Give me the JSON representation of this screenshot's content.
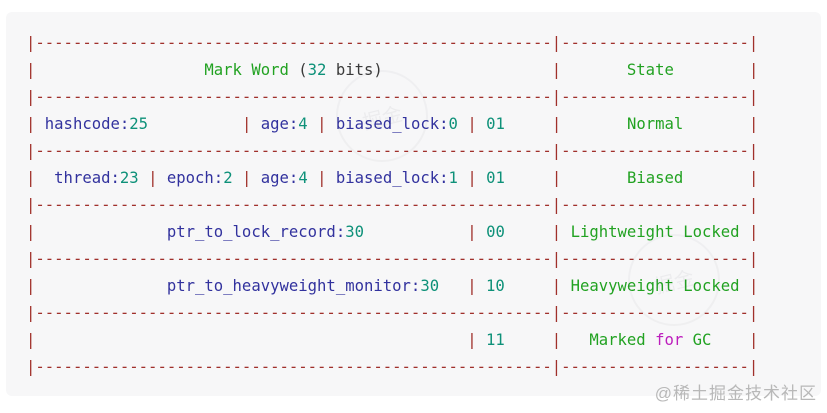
{
  "colors": {
    "red": "#a0302b",
    "id": "#32329e",
    "num": "#0e9179",
    "green": "#22a222",
    "kw": "#bd1ebd",
    "plain": "#3a3a3a",
    "card-bg": "#f7f7f8",
    "credit": "#b8b8b8"
  },
  "code": {
    "divider": [
      {
        "c": "red",
        "t": "|"
      },
      {
        "c": "red",
        "t": "-",
        "r": 55
      },
      {
        "c": "red",
        "t": "|"
      },
      {
        "c": "red",
        "t": "-",
        "r": 20
      },
      {
        "c": "red",
        "t": "|"
      }
    ],
    "lines": [
      "divider",
      {
        "tokens": [
          {
            "c": "red",
            "t": "|"
          },
          {
            "c": "plain",
            "t": " ",
            "r": 18
          },
          {
            "c": "green",
            "t": "Mark Word"
          },
          {
            "c": "plain",
            "t": " ("
          },
          {
            "c": "num",
            "t": "32"
          },
          {
            "c": "plain",
            "t": " bits)"
          },
          {
            "c": "plain",
            "t": " ",
            "r": 18
          },
          {
            "c": "red",
            "t": "|"
          },
          {
            "c": "plain",
            "t": " ",
            "r": 7
          },
          {
            "c": "green",
            "t": "State"
          },
          {
            "c": "plain",
            "t": " ",
            "r": 8
          },
          {
            "c": "red",
            "t": "|"
          }
        ]
      },
      "divider",
      {
        "tokens": [
          {
            "c": "red",
            "t": "|"
          },
          {
            "c": "plain",
            "t": " "
          },
          {
            "c": "id",
            "t": "hashcode:"
          },
          {
            "c": "num",
            "t": "25"
          },
          {
            "c": "plain",
            "t": " ",
            "r": 10
          },
          {
            "c": "red",
            "t": "|"
          },
          {
            "c": "plain",
            "t": " "
          },
          {
            "c": "id",
            "t": "age:"
          },
          {
            "c": "num",
            "t": "4"
          },
          {
            "c": "plain",
            "t": " "
          },
          {
            "c": "red",
            "t": "|"
          },
          {
            "c": "plain",
            "t": " "
          },
          {
            "c": "id",
            "t": "biased_lock:"
          },
          {
            "c": "num",
            "t": "0"
          },
          {
            "c": "plain",
            "t": " "
          },
          {
            "c": "red",
            "t": "|"
          },
          {
            "c": "plain",
            "t": " "
          },
          {
            "c": "num",
            "t": "01"
          },
          {
            "c": "plain",
            "t": " ",
            "r": 5
          },
          {
            "c": "red",
            "t": "|"
          },
          {
            "c": "plain",
            "t": " ",
            "r": 7
          },
          {
            "c": "green",
            "t": "Normal"
          },
          {
            "c": "plain",
            "t": " ",
            "r": 7
          },
          {
            "c": "red",
            "t": "|"
          }
        ]
      },
      "divider",
      {
        "tokens": [
          {
            "c": "red",
            "t": "|"
          },
          {
            "c": "plain",
            "t": " ",
            "r": 2
          },
          {
            "c": "id",
            "t": "thread:"
          },
          {
            "c": "num",
            "t": "23"
          },
          {
            "c": "plain",
            "t": " "
          },
          {
            "c": "red",
            "t": "|"
          },
          {
            "c": "plain",
            "t": " "
          },
          {
            "c": "id",
            "t": "epoch:"
          },
          {
            "c": "num",
            "t": "2"
          },
          {
            "c": "plain",
            "t": " "
          },
          {
            "c": "red",
            "t": "|"
          },
          {
            "c": "plain",
            "t": " "
          },
          {
            "c": "id",
            "t": "age:"
          },
          {
            "c": "num",
            "t": "4"
          },
          {
            "c": "plain",
            "t": " "
          },
          {
            "c": "red",
            "t": "|"
          },
          {
            "c": "plain",
            "t": " "
          },
          {
            "c": "id",
            "t": "biased_lock:"
          },
          {
            "c": "num",
            "t": "1"
          },
          {
            "c": "plain",
            "t": " "
          },
          {
            "c": "red",
            "t": "|"
          },
          {
            "c": "plain",
            "t": " "
          },
          {
            "c": "num",
            "t": "01"
          },
          {
            "c": "plain",
            "t": " ",
            "r": 5
          },
          {
            "c": "red",
            "t": "|"
          },
          {
            "c": "plain",
            "t": " ",
            "r": 7
          },
          {
            "c": "green",
            "t": "Biased"
          },
          {
            "c": "plain",
            "t": " ",
            "r": 7
          },
          {
            "c": "red",
            "t": "|"
          }
        ]
      },
      "divider",
      {
        "tokens": [
          {
            "c": "red",
            "t": "|"
          },
          {
            "c": "plain",
            "t": " ",
            "r": 14
          },
          {
            "c": "id",
            "t": "ptr_to_lock_record:"
          },
          {
            "c": "num",
            "t": "30"
          },
          {
            "c": "plain",
            "t": " ",
            "r": 11
          },
          {
            "c": "red",
            "t": "|"
          },
          {
            "c": "plain",
            "t": " "
          },
          {
            "c": "num",
            "t": "00"
          },
          {
            "c": "plain",
            "t": " ",
            "r": 5
          },
          {
            "c": "red",
            "t": "|"
          },
          {
            "c": "plain",
            "t": " "
          },
          {
            "c": "green",
            "t": "Lightweight Locked"
          },
          {
            "c": "plain",
            "t": " "
          },
          {
            "c": "red",
            "t": "|"
          }
        ]
      },
      "divider",
      {
        "tokens": [
          {
            "c": "red",
            "t": "|"
          },
          {
            "c": "plain",
            "t": " ",
            "r": 14
          },
          {
            "c": "id",
            "t": "ptr_to_heavyweight_monitor:"
          },
          {
            "c": "num",
            "t": "30"
          },
          {
            "c": "plain",
            "t": " ",
            "r": 3
          },
          {
            "c": "red",
            "t": "|"
          },
          {
            "c": "plain",
            "t": " "
          },
          {
            "c": "num",
            "t": "10"
          },
          {
            "c": "plain",
            "t": " ",
            "r": 5
          },
          {
            "c": "red",
            "t": "|"
          },
          {
            "c": "plain",
            "t": " "
          },
          {
            "c": "green",
            "t": "Heavyweight Locked"
          },
          {
            "c": "plain",
            "t": " "
          },
          {
            "c": "red",
            "t": "|"
          }
        ]
      },
      "divider",
      {
        "tokens": [
          {
            "c": "red",
            "t": "|"
          },
          {
            "c": "plain",
            "t": " ",
            "r": 46
          },
          {
            "c": "red",
            "t": "|"
          },
          {
            "c": "plain",
            "t": " "
          },
          {
            "c": "num",
            "t": "11"
          },
          {
            "c": "plain",
            "t": " ",
            "r": 5
          },
          {
            "c": "red",
            "t": "|"
          },
          {
            "c": "plain",
            "t": " ",
            "r": 3
          },
          {
            "c": "green",
            "t": "Marked"
          },
          {
            "c": "plain",
            "t": " "
          },
          {
            "c": "kw",
            "t": "for"
          },
          {
            "c": "plain",
            "t": " "
          },
          {
            "c": "green",
            "t": "GC"
          },
          {
            "c": "plain",
            "t": " ",
            "r": 4
          },
          {
            "c": "red",
            "t": "|"
          }
        ]
      },
      "divider"
    ]
  },
  "watermark": {
    "credit": "@稀土掘金技术社区",
    "pattern_text": "掘金"
  }
}
